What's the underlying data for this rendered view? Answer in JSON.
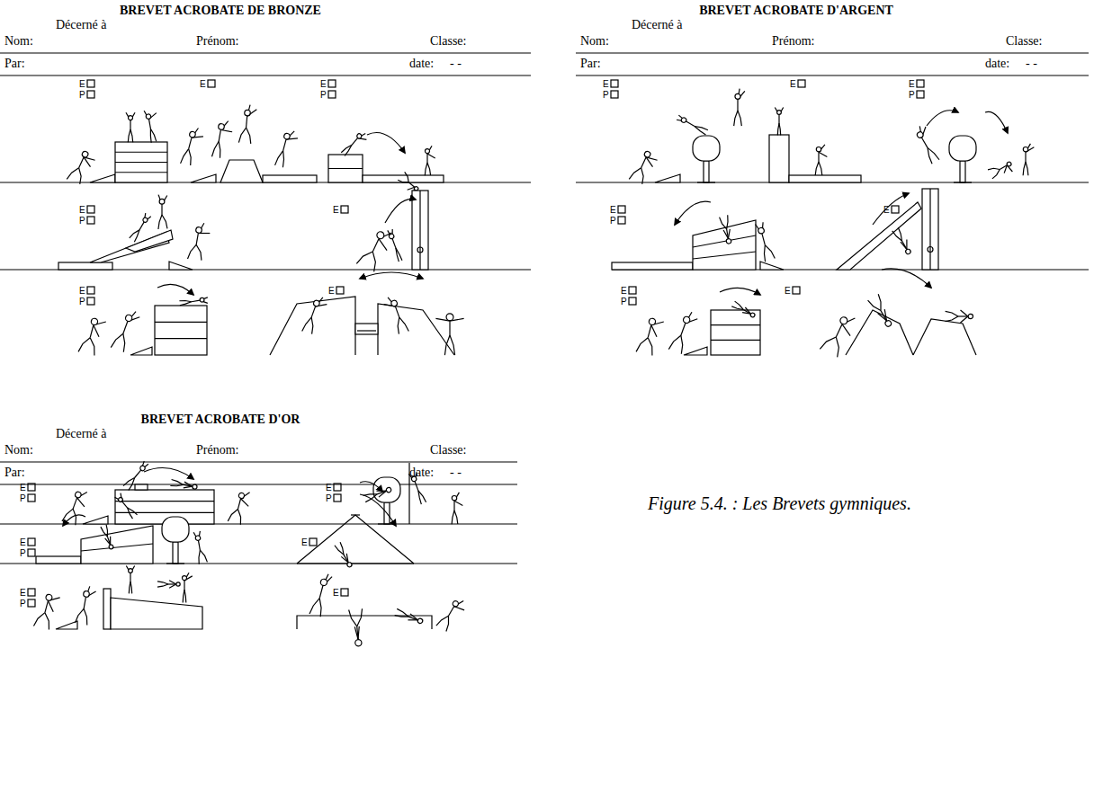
{
  "diagram": {
    "caption": "Figure 5.4. : Les Brevets gymniques.",
    "labels": [
      "BREVET ACROBATE DE BRONZE",
      "Décerné à",
      "Nom:",
      "Prénom:",
      "Classe:",
      "Par:",
      "date:",
      "- -",
      "E",
      "P",
      "E",
      "E",
      "P",
      "E",
      "P",
      "E",
      "E",
      "P",
      "E",
      "BREVET ACROBATE D'ARGENT",
      "Décerné à",
      "Nom:",
      "Prénom:",
      "Classe:",
      "Par:",
      "date:",
      "- -",
      "E",
      "P",
      "E",
      "E",
      "P",
      "E",
      "P",
      "E",
      "E",
      "P",
      "E",
      "BREVET ACROBATE D'OR",
      "Décerné à",
      "Nom:",
      "Prénom:",
      "Classe:",
      "Par:",
      "date:",
      "- -",
      "E",
      "P",
      "E",
      "P",
      "E",
      "P",
      "E",
      "E",
      "P",
      "E"
    ]
  }
}
